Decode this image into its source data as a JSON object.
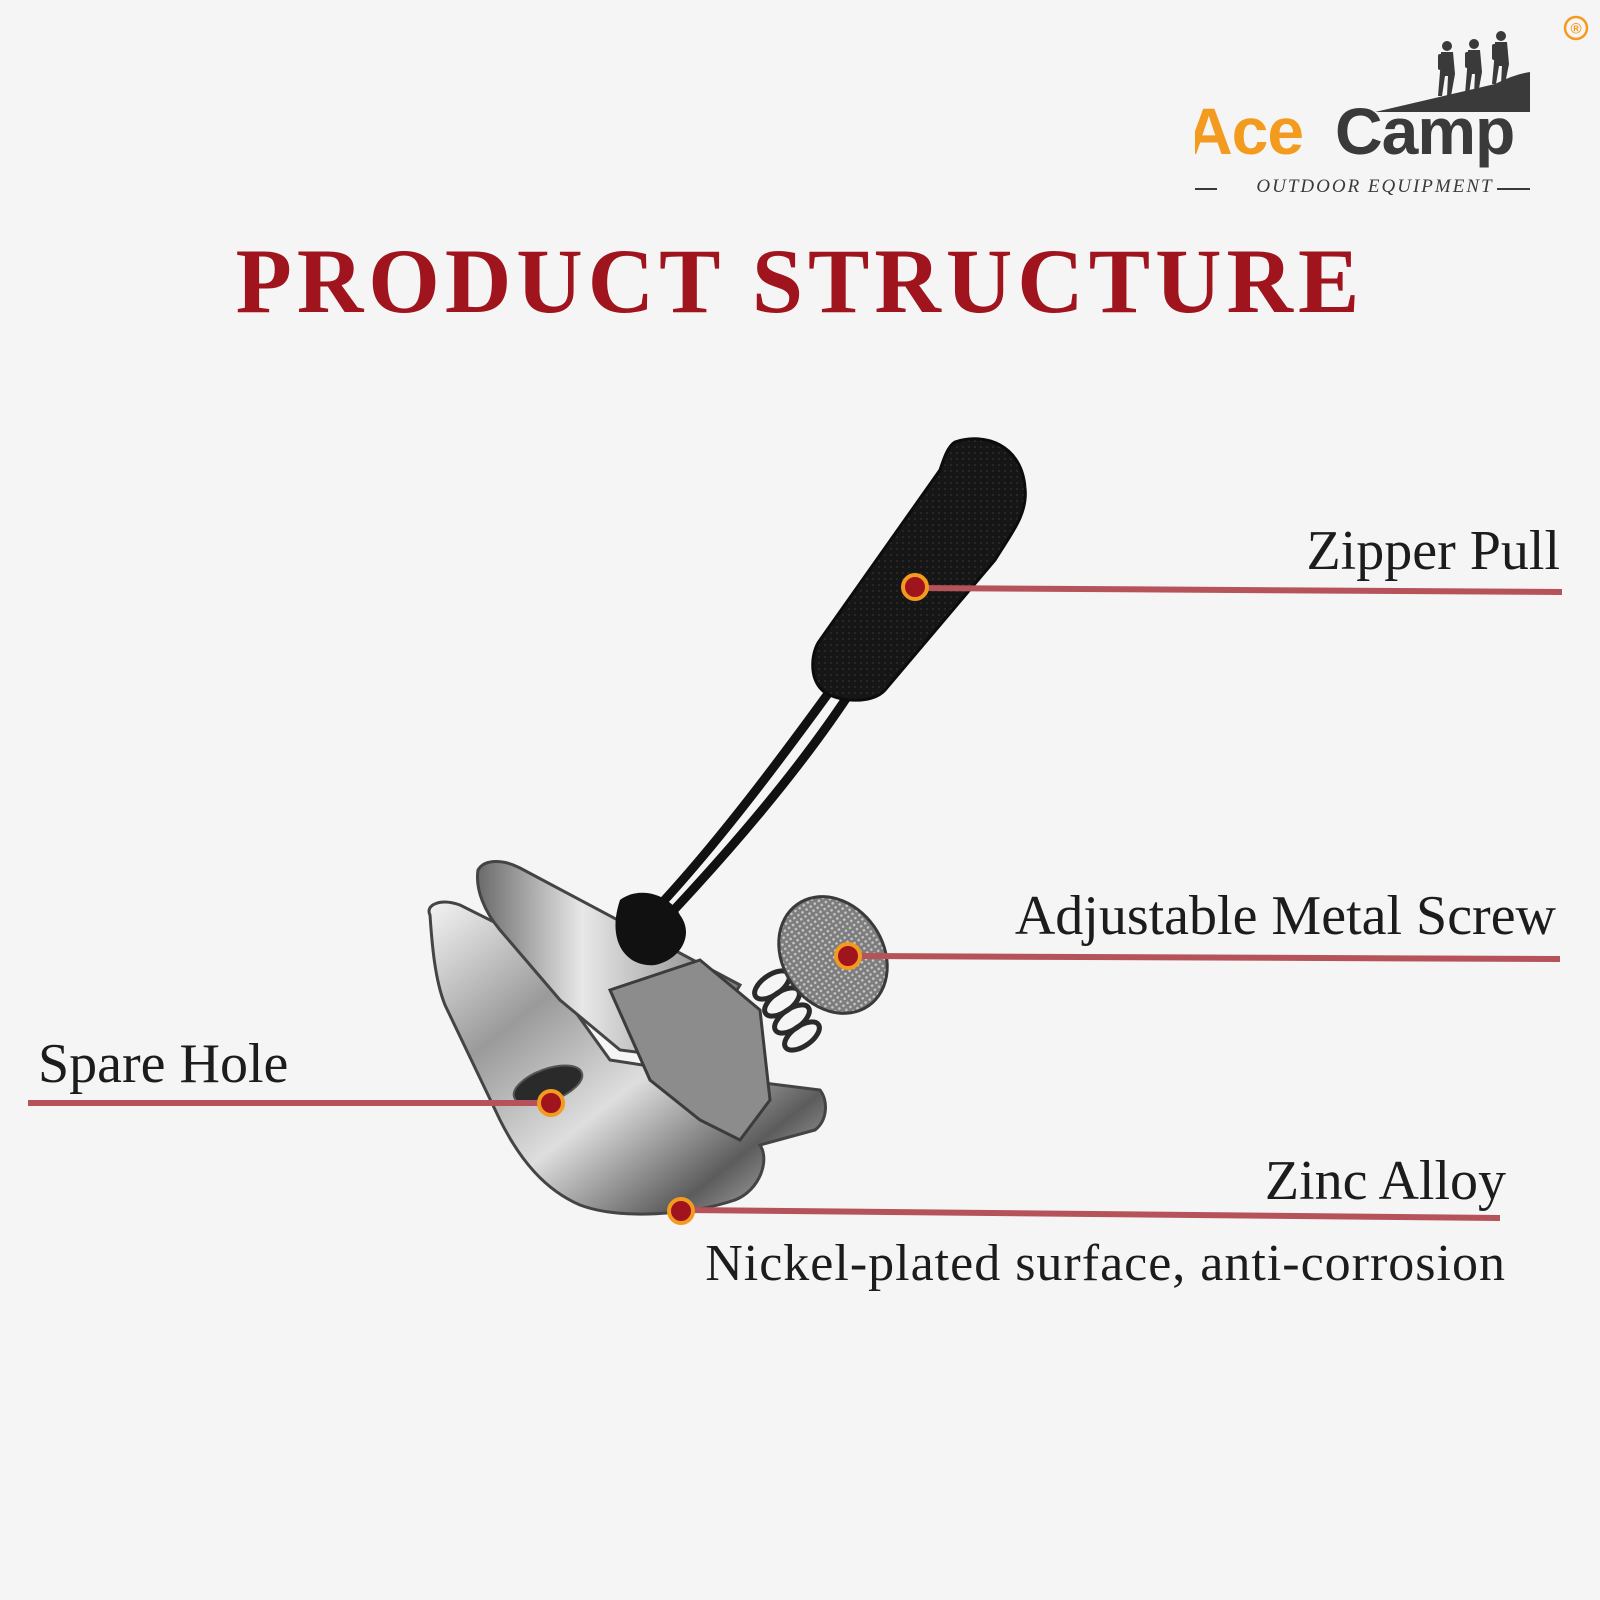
{
  "brand": {
    "name_part1": "Ace",
    "name_part2": "Camp",
    "tagline": "OUTDOOR EQUIPMENT",
    "registered_mark": "®",
    "accent_color": "#f39b1f",
    "dark_color": "#3a3a3a"
  },
  "title": "PRODUCT STRUCTURE",
  "title_color": "#a0141e",
  "callout_line_color": "#b5525a",
  "callout_dot_color": "#a0141e",
  "callout_dot_ring_color": "#f39b1f",
  "callouts": {
    "zipper_pull": "Zipper Pull",
    "screw": "Adjustable Metal Screw",
    "spare_hole": "Spare Hole",
    "zinc_alloy": "Zinc Alloy",
    "surface": "Nickel-plated surface, anti-corrosion"
  }
}
